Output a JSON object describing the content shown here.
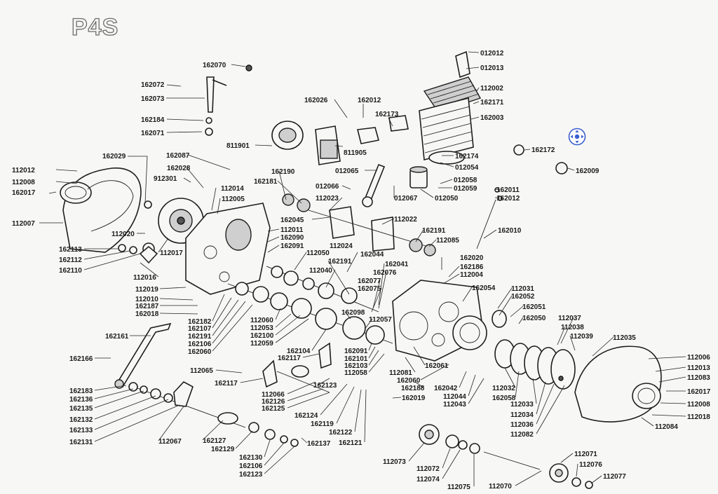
{
  "title": "P4S",
  "nav_icon": "pan-move-icon",
  "colors": {
    "ink": "#1a1a1a",
    "paper": "#f7f7f5",
    "control": "#3a5fd0"
  },
  "labels": [
    "162070",
    "162072",
    "162073",
    "162184",
    "162071",
    "162026",
    "162012",
    "162173",
    "811901",
    "811905",
    "012012",
    "012013",
    "112002",
    "162171",
    "162003",
    "162174",
    "012054",
    "012065",
    "012066",
    "012058",
    "012059",
    "012067",
    "012050",
    "162172",
    "162009",
    "162011",
    "162012",
    "162010",
    "162029",
    "162087",
    "112012",
    "112008",
    "162017",
    "162028",
    "912301",
    "112007",
    "112014",
    "112005",
    "162190",
    "162181",
    "112023",
    "162045",
    "112022",
    "162191",
    "112085",
    "112011",
    "162090",
    "162091",
    "112020",
    "162113",
    "162112",
    "162110",
    "112017",
    "112016",
    "112019",
    "112010",
    "162187",
    "162018",
    "112050",
    "112040",
    "162191",
    "112024",
    "162044",
    "162020",
    "162186",
    "112004",
    "162041",
    "162076",
    "162077",
    "162075",
    "162054",
    "112031",
    "162052",
    "162051",
    "162050",
    "112037",
    "112038",
    "112039",
    "112035",
    "112006",
    "112013",
    "112083",
    "162017",
    "112008",
    "112018",
    "112084",
    "162182",
    "162107",
    "162191",
    "162106",
    "162060",
    "112060",
    "112053",
    "162100",
    "112059",
    "162098",
    "112057",
    "162104",
    "162117",
    "162091",
    "162101",
    "162103",
    "112058",
    "162161",
    "162166",
    "112065",
    "162117",
    "112066",
    "162126",
    "162125",
    "162123",
    "162124",
    "162119",
    "162122",
    "162121",
    "112081",
    "162061",
    "162060",
    "162188",
    "162019",
    "162042",
    "112044",
    "112043",
    "112032",
    "162058",
    "112033",
    "112034",
    "112036",
    "112082",
    "162183",
    "162136",
    "162135",
    "162132",
    "162133",
    "162131",
    "112067",
    "162127",
    "162129",
    "162130",
    "162106",
    "162123",
    "162137",
    "112073",
    "112072",
    "112074",
    "112075",
    "112070",
    "112071",
    "112076",
    "112077"
  ]
}
